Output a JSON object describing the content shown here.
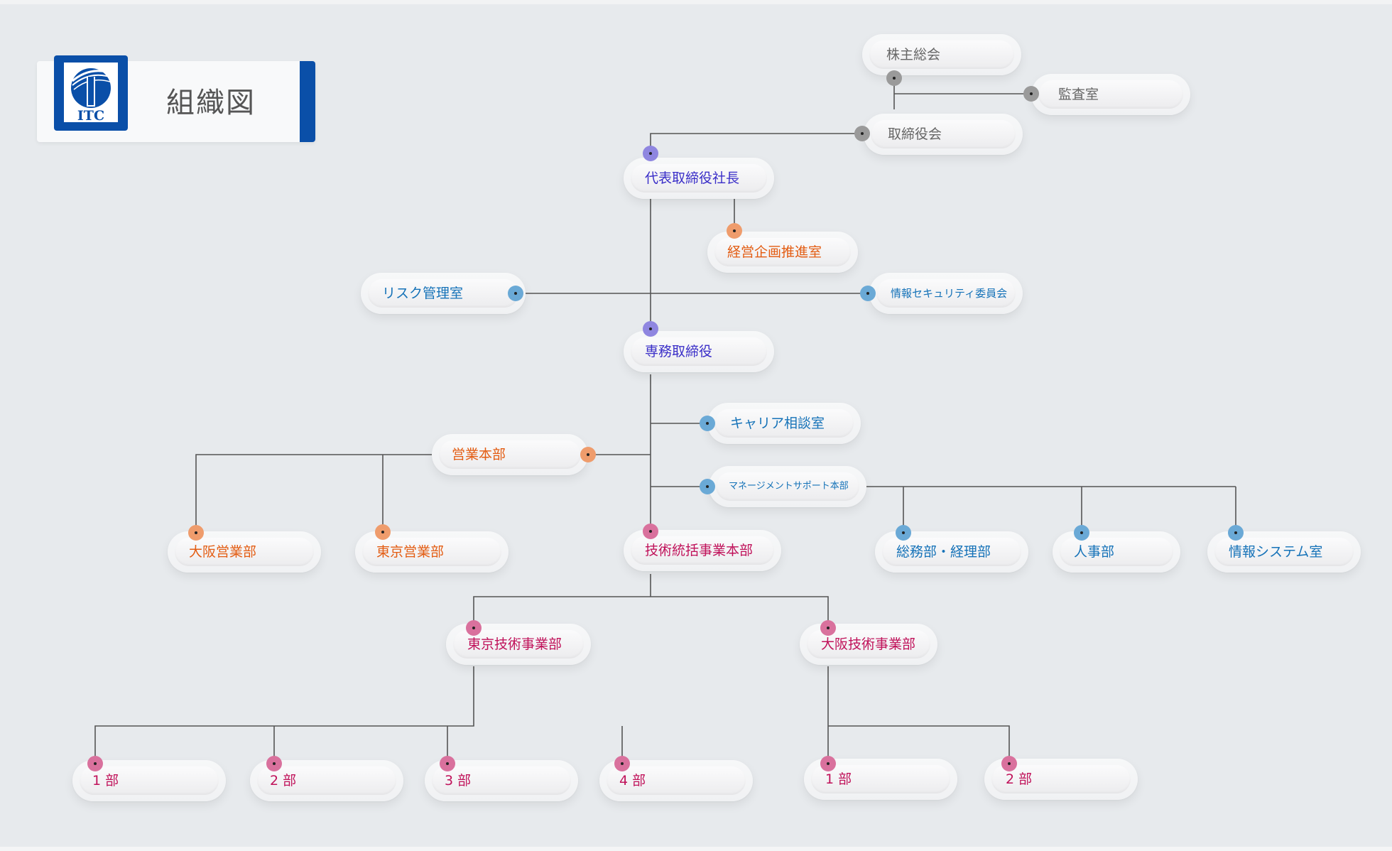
{
  "header": {
    "title": "組織図",
    "logo_text": "ITC"
  },
  "colors": {
    "gray": "#666666",
    "purple": "#3a2ec8",
    "orange": "#e35c12",
    "blue": "#1572b8",
    "pink": "#c0125a",
    "line": "#555555"
  },
  "nodes": {
    "shareholders": "株主総会",
    "audit": "監査室",
    "board": "取締役会",
    "president": "代表取締役社長",
    "planning": "経営企画推進室",
    "risk": "リスク管理室",
    "infosec": "情報セキュリティ委員会",
    "senior_md": "専務取締役",
    "career": "キャリア相談室",
    "sales_hq": "営業本部",
    "mgmt_support": "マネージメントサポート本部",
    "osaka_sales": "大阪営業部",
    "tokyo_sales": "東京営業部",
    "tech_hq": "技術統括事業本部",
    "general_affairs": "総務部・経理部",
    "hr": "人事部",
    "info_systems": "情報システム室",
    "tokyo_tech": "東京技術事業部",
    "osaka_tech": "大阪技術事業部",
    "tokyo_div1": "1 部",
    "tokyo_div2": "2 部",
    "tokyo_div3": "3 部",
    "tokyo_div4": "4 部",
    "osaka_div1": "1 部",
    "osaka_div2": "2 部"
  }
}
